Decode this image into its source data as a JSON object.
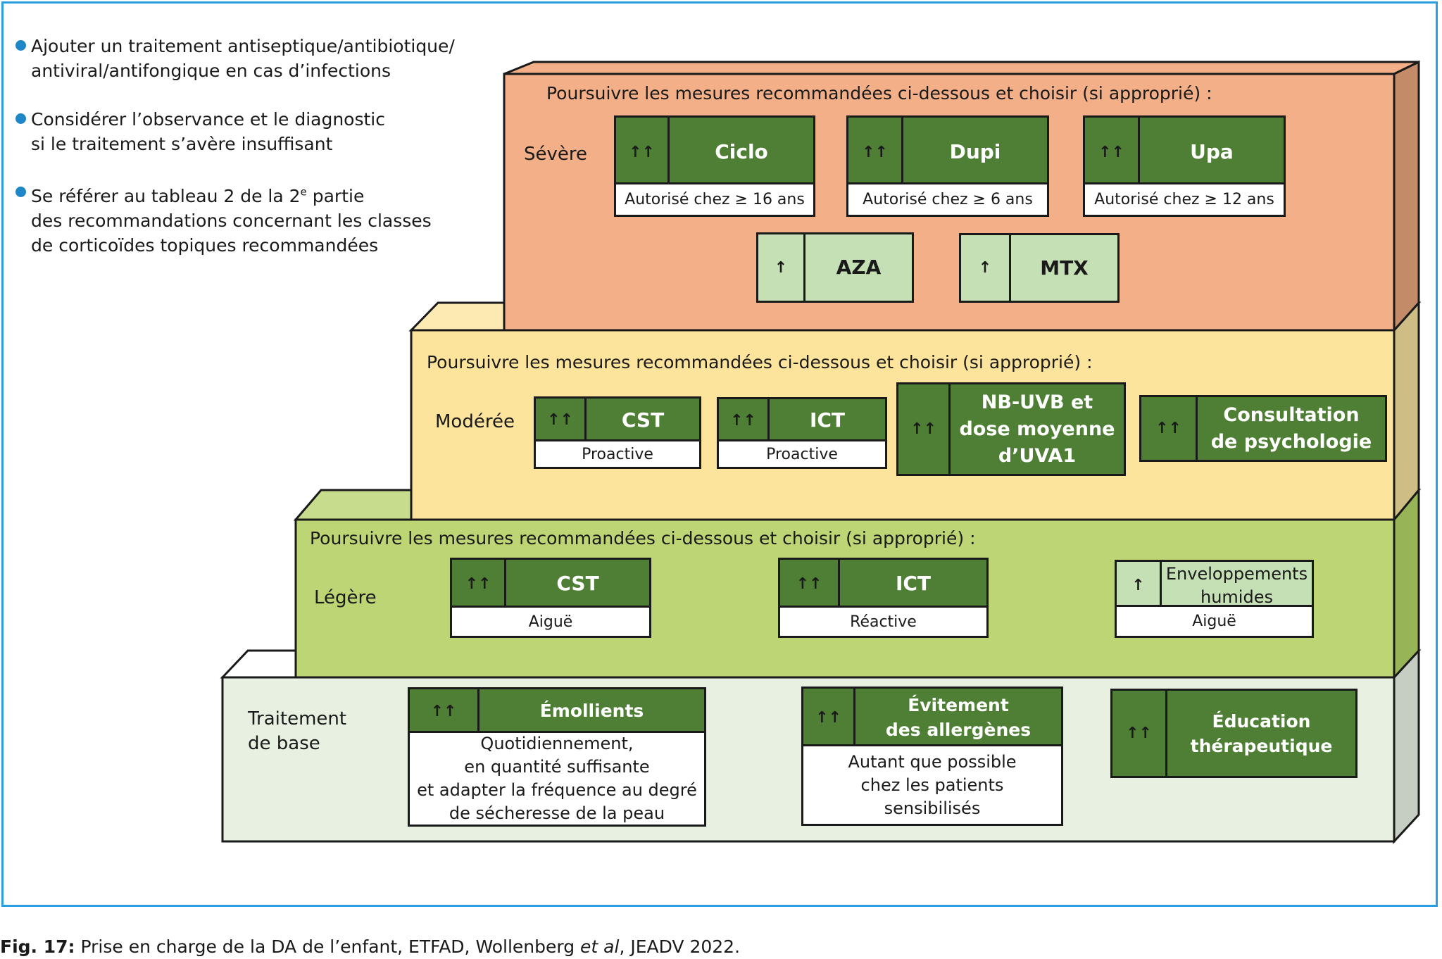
{
  "notes": [
    "Ajouter un traitement antiseptique/antibiotique/\nantiviral/antifongique en cas d’infections",
    "Considérer l’observance et le diagnostic\n si le traitement s’avère insuffisant",
    "Se référer au tableau 2 de la 2e partie\ndes recommandations concernant les classes\nde corticoïdes topiques recommandées"
  ],
  "colors": {
    "severe": "#f3b088",
    "moderate": "#fde49d",
    "mild": "#bdd575",
    "base": "#e8f1e1",
    "card_dark": "#4e7f34",
    "card_light": "#c5e0b5",
    "frame": "#2a9ee0"
  },
  "levels": {
    "severe": {
      "title": "Poursuivre les mesures recommandées ci-dessous et choisir (si approprié) :",
      "name": "Sévère",
      "cards": [
        {
          "arrows": "↑↑",
          "name": "Ciclo",
          "sub": "Autorisé chez ≥ 16 ans"
        },
        {
          "arrows": "↑↑",
          "name": "Dupi",
          "sub": "Autorisé chez ≥ 6 ans"
        },
        {
          "arrows": "↑↑",
          "name": "Upa",
          "sub": "Autorisé chez ≥ 12 ans"
        },
        {
          "arrows": "↑",
          "name": "AZA"
        },
        {
          "arrows": "↑",
          "name": "MTX"
        }
      ]
    },
    "moderate": {
      "title": "Poursuivre les mesures recommandées ci-dessous et choisir (si approprié) :",
      "name": "Modérée",
      "cards": [
        {
          "arrows": "↑↑",
          "name": "CST",
          "sub": "Proactive"
        },
        {
          "arrows": "↑↑",
          "name": "ICT",
          "sub": "Proactive"
        },
        {
          "arrows": "↑↑",
          "name": "NB-UVB et\ndose moyenne\nd’UVA1"
        },
        {
          "arrows": "↑↑",
          "name": "Consultation\nde psychologie"
        }
      ]
    },
    "mild": {
      "title": "Poursuivre les mesures recommandées ci-dessous et choisir (si approprié) :",
      "name": "Légère",
      "cards": [
        {
          "arrows": "↑↑",
          "name": "CST",
          "sub": "Aiguë"
        },
        {
          "arrows": "↑↑",
          "name": "ICT",
          "sub": "Réactive"
        },
        {
          "arrows": "↑",
          "name": "Enveloppements\nhumides",
          "sub": "Aiguë"
        }
      ]
    },
    "base": {
      "name": "Traitement\nde base",
      "cards": [
        {
          "arrows": "↑↑",
          "name": "Émollients",
          "sub": "Quotidiennement,\nen quantité suffisante\net adapter la fréquence au degré\nde sécheresse de la peau"
        },
        {
          "arrows": "↑↑",
          "name": "Évitement\ndes allergènes",
          "sub": "Autant que possible\nchez les patients\nsensibilisés"
        },
        {
          "arrows": "↑↑",
          "name": "Éducation\nthérapeutique"
        }
      ]
    }
  },
  "caption": {
    "label": "Fig. 17:",
    "text_before": " Prise en charge de la DA de l’enfant, ETFAD, Wollenberg ",
    "italic": "et al",
    "text_after": ", JEADV 2022."
  }
}
